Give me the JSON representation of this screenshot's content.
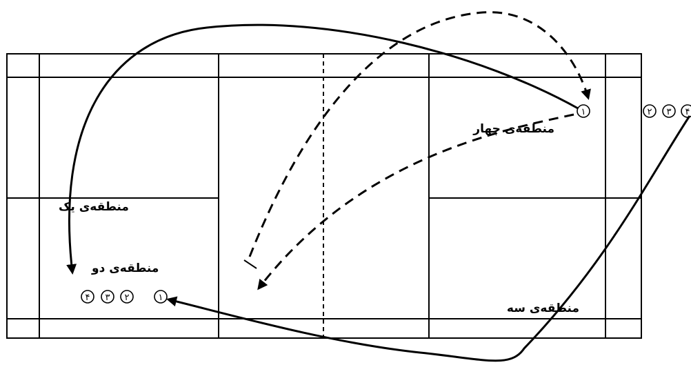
{
  "zones": {
    "one": "منطقه‌ی یک",
    "two": "منطقه‌ی دو",
    "three": "منطقه‌ی سه",
    "four": "منطقه‌ی چهار"
  },
  "players": {
    "group_left": [
      "۴",
      "۳",
      "۲",
      "۱"
    ],
    "right_single": "۱",
    "group_right": [
      "۲",
      "۳",
      "۴"
    ]
  },
  "colors": {
    "ink": "#000000",
    "background": "#ffffff"
  }
}
